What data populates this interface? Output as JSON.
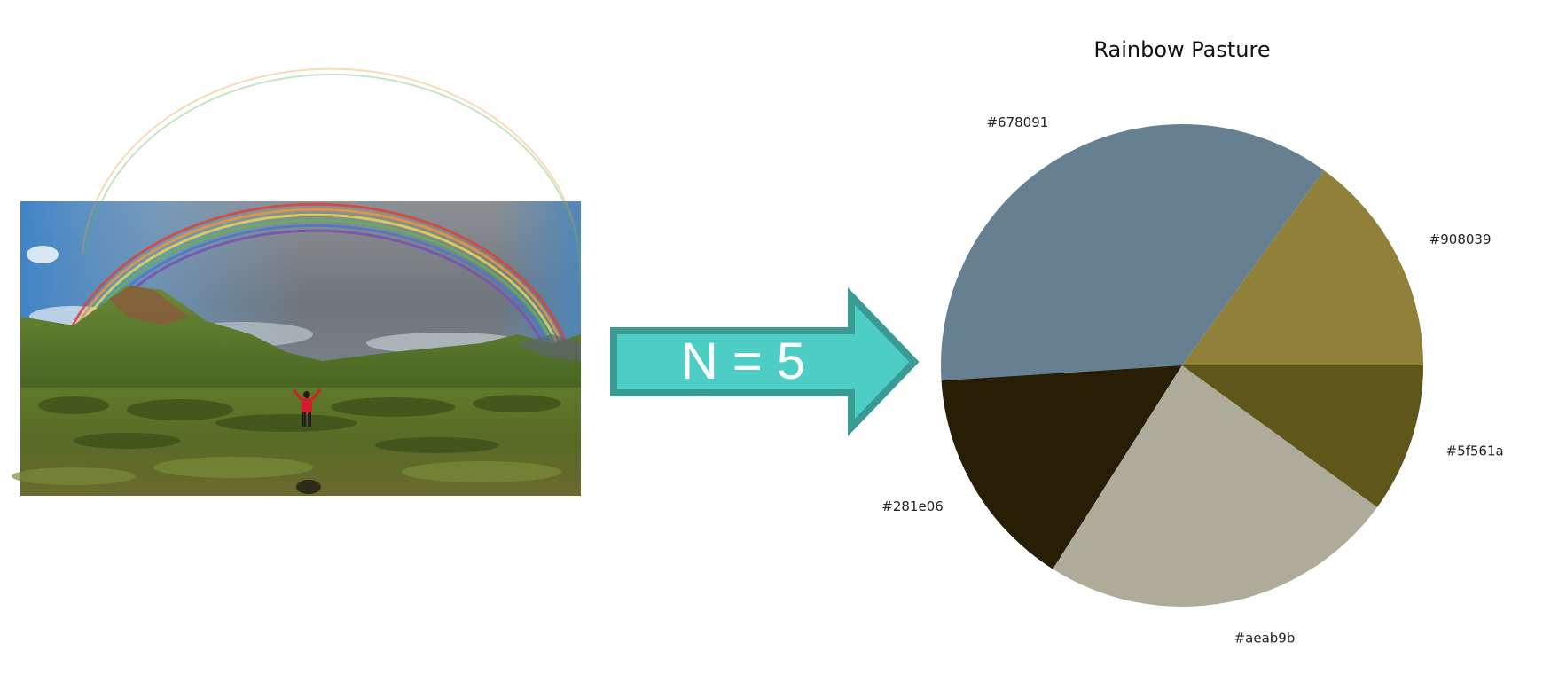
{
  "arrow": {
    "label": "N = 5",
    "fill_color": "#4ecdc4",
    "border_color": "#3a9b95"
  },
  "chart_data": {
    "type": "pie",
    "title": "Rainbow Pasture",
    "slices": [
      {
        "label": "#908039",
        "color": "#908039",
        "value": 15
      },
      {
        "label": "#678091",
        "color": "#678091",
        "value": 36
      },
      {
        "label": "#281e06",
        "color": "#281e06",
        "value": 15
      },
      {
        "label": "#aeab9b",
        "color": "#aeab9b",
        "value": 24
      },
      {
        "label": "#5f561a",
        "color": "#5f561a",
        "value": 10
      }
    ],
    "start_angle_deg": 0,
    "direction": "counterclockwise"
  }
}
